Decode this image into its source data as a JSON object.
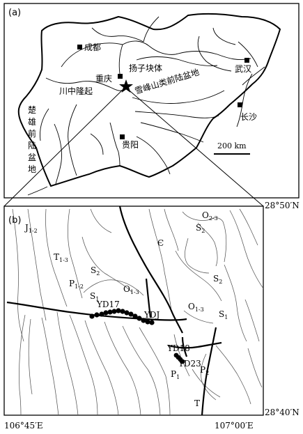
{
  "panel_a": {
    "label": "(a)",
    "scale_bar": "200 km",
    "cities": [
      {
        "id": "chengdu",
        "name": "成都"
      },
      {
        "id": "chongqing",
        "name": "重庆"
      },
      {
        "id": "guiyang",
        "name": "贵阳"
      },
      {
        "id": "wuhan",
        "name": "武汉"
      },
      {
        "id": "changsha",
        "name": "长沙"
      }
    ],
    "regions": {
      "yangtze_block": "扬子块体",
      "xuefeng_basin": "雪峰山类前陆盆地",
      "chuanzhong_uplift": "川中隆起",
      "chuxiong_basin": [
        "楚",
        "雄",
        "前",
        "陆",
        "盆",
        "地"
      ]
    }
  },
  "panel_b": {
    "label": "(b)",
    "coords": {
      "top_right": "28°50′N",
      "bottom_right": "28°40′N",
      "bottom_left": "106°45′E",
      "bottom_right_lon": "107°00′E"
    },
    "strata": [
      {
        "id": "j12",
        "base": "J",
        "sub": "1-2"
      },
      {
        "id": "t13",
        "base": "T",
        "sub": "1-3"
      },
      {
        "id": "p12",
        "base": "P",
        "sub": "1-2"
      },
      {
        "id": "s2_left",
        "base": "S",
        "sub": "2"
      },
      {
        "id": "s1_left",
        "base": "S",
        "sub": "1"
      },
      {
        "id": "o13_mid",
        "base": "O",
        "sub": "1-3"
      },
      {
        "id": "o13_right",
        "base": "O",
        "sub": "1-3"
      },
      {
        "id": "cambrian",
        "base": "Є",
        "sub": ""
      },
      {
        "id": "s2_top",
        "base": "S",
        "sub": "2"
      },
      {
        "id": "o23",
        "base": "O",
        "sub": "2-3"
      },
      {
        "id": "s2_right",
        "base": "S",
        "sub": "2"
      },
      {
        "id": "s1_right",
        "base": "S",
        "sub": "1"
      },
      {
        "id": "p1",
        "base": "P",
        "sub": "1"
      },
      {
        "id": "p2",
        "base": "P",
        "sub": "2"
      },
      {
        "id": "t",
        "base": "T",
        "sub": ""
      }
    ],
    "sections": {
      "yd17": "YD17",
      "ydj": "YDJ",
      "yd18": "YD18",
      "yd23": "YD23"
    }
  }
}
